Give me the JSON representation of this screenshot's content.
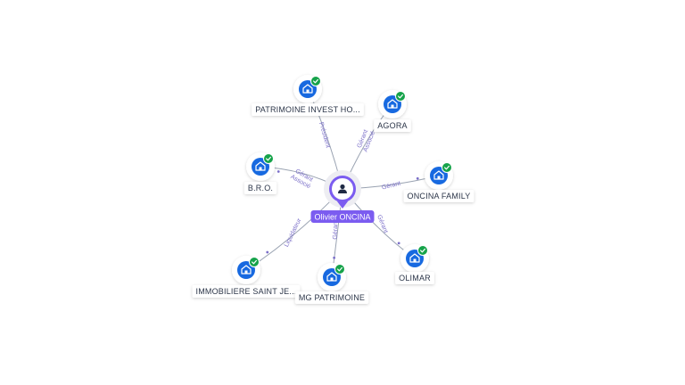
{
  "graph": {
    "center": {
      "name": "Olivier ONCINA",
      "icon": "person-icon",
      "color": "#7b5cf0"
    },
    "companies": [
      {
        "id": "patrimoine",
        "label": "PATRIMOINE INVEST HO...",
        "roles": [
          "Président"
        ],
        "icon": "building-icon",
        "status_icon": "check-icon"
      },
      {
        "id": "agora",
        "label": "AGORA",
        "roles": [
          "Gérant",
          "Associé"
        ],
        "icon": "building-icon",
        "status_icon": "check-icon"
      },
      {
        "id": "bro",
        "label": "B.R.O.",
        "roles": [
          "Gérant",
          "Associé"
        ],
        "icon": "building-icon",
        "status_icon": "check-icon"
      },
      {
        "id": "oncina-family",
        "label": "ONCINA FAMILY",
        "roles": [
          "Gérant"
        ],
        "icon": "building-icon",
        "status_icon": "check-icon"
      },
      {
        "id": "immobiliere",
        "label": "IMMOBILIERE SAINT JE...",
        "roles": [
          "Liquidateur"
        ],
        "icon": "building-icon",
        "status_icon": "check-icon"
      },
      {
        "id": "mg-patrimoine",
        "label": "MG PATRIMOINE",
        "roles": [
          "Gérant"
        ],
        "icon": "building-icon",
        "status_icon": "check-icon"
      },
      {
        "id": "olimar",
        "label": "OLIMAR",
        "roles": [
          "Gérant"
        ],
        "icon": "building-icon",
        "status_icon": "check-icon"
      }
    ],
    "colors": {
      "company_icon": "#1769e0",
      "status_badge": "#16a34a",
      "edge": "#9aa3b2",
      "edge_label": "#7b6fc9"
    }
  }
}
